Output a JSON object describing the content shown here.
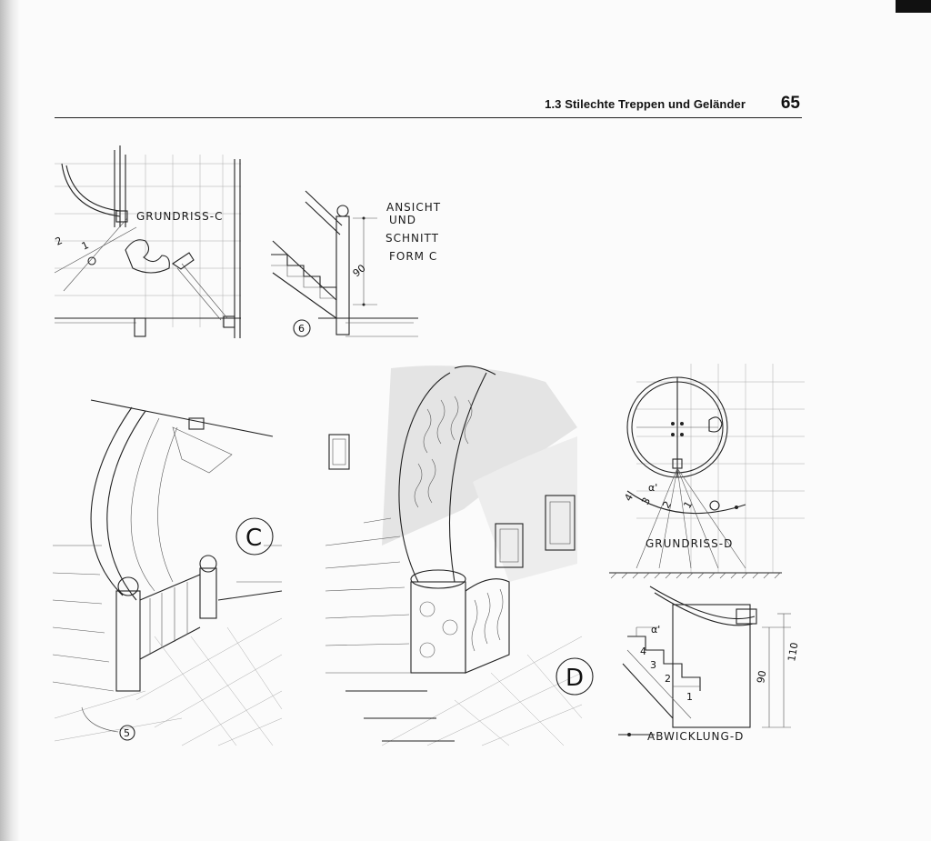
{
  "header": {
    "section_title": "1.3 Stilechte Treppen und Geländer",
    "page_number": "65"
  },
  "labels": {
    "grundriss_c": "GRUNDRISS-C",
    "ansicht_line1": "ANSICHT",
    "ansicht_line2": "UND",
    "ansicht_line3": "SCHNITT",
    "ansicht_line4": "FORM C",
    "dim_90_ansicht": "90",
    "marker_6": "6",
    "marker_5": "5",
    "letter_c": "C",
    "letter_d": "D",
    "grundriss_d": "GRUNDRISS-D",
    "abwicklung_d": "ABWICKLUNG-D",
    "dim_90": "90",
    "dim_110": "110",
    "alpha_label": "α'",
    "step_1": "1",
    "step_2": "2",
    "step_3": "3",
    "step_4": "4"
  },
  "colors": {
    "ink": "#222222",
    "paper": "#fbfbfb"
  }
}
